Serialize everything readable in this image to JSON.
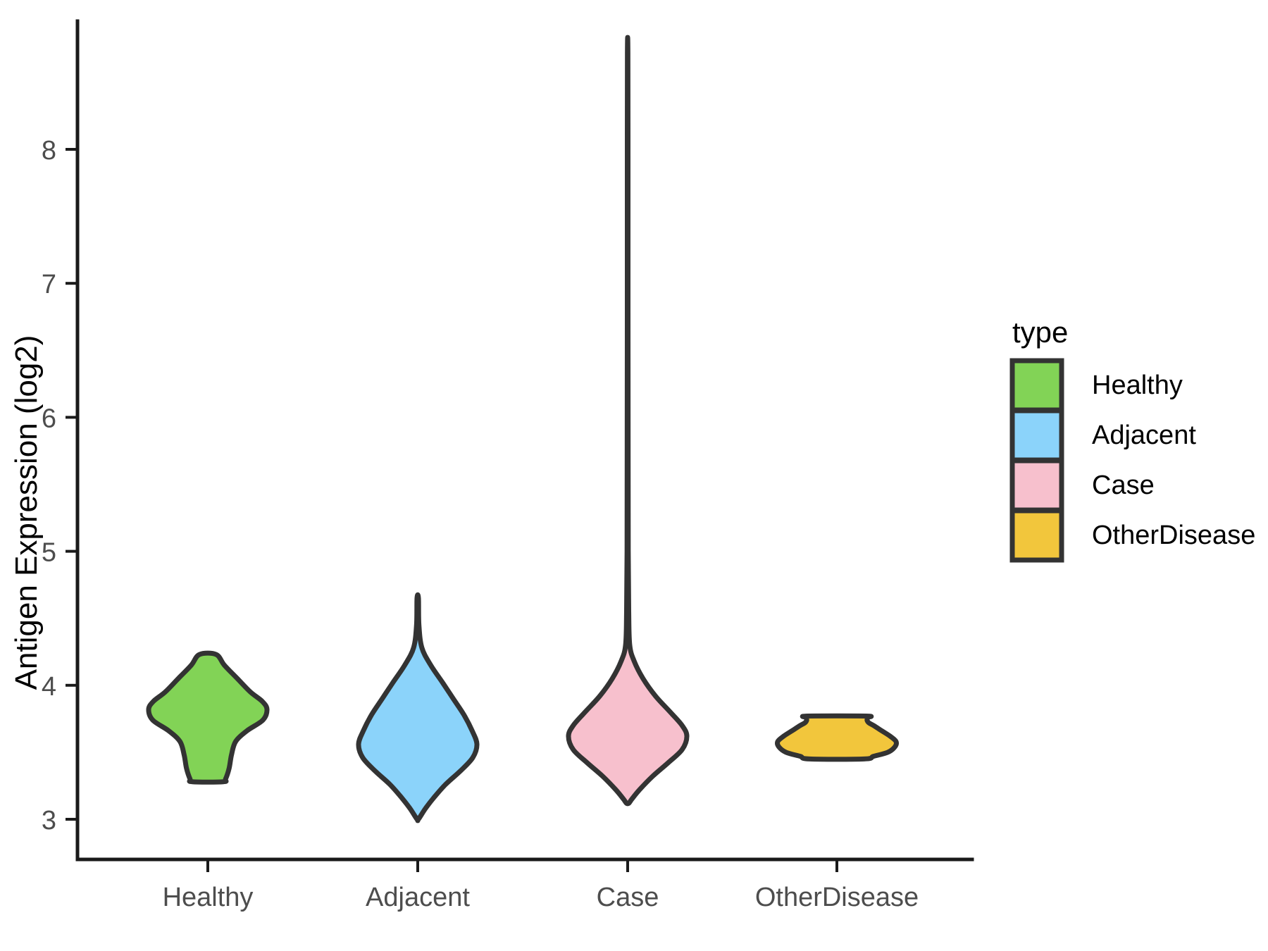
{
  "chart_data": {
    "type": "violin",
    "title": "",
    "xlabel": "",
    "ylabel": "Antigen Expression (log2)",
    "categories": [
      "Healthy",
      "Adjacent",
      "Case",
      "OtherDisease"
    ],
    "y_ticks": [
      3,
      4,
      5,
      6,
      7,
      8
    ],
    "y_tick_labels": [
      "3",
      "4",
      "5",
      "6",
      "7",
      "8"
    ],
    "ylim": [
      2.85,
      8.95
    ],
    "grid": false,
    "legend": {
      "title": "type",
      "position": "right",
      "entries": [
        {
          "label": "Healthy",
          "color": "#82d356"
        },
        {
          "label": "Adjacent",
          "color": "#8bd3fa"
        },
        {
          "label": "Case",
          "color": "#f7c0cd"
        },
        {
          "label": "OtherDisease",
          "color": "#f2c63c"
        }
      ]
    },
    "series": [
      {
        "name": "Healthy",
        "color": "#82d356",
        "min": 3.28,
        "max": 4.23,
        "median_approx": 3.82,
        "density": [
          {
            "y": 4.23,
            "w": 0.14
          },
          {
            "y": 4.15,
            "w": 0.28
          },
          {
            "y": 4.05,
            "w": 0.5
          },
          {
            "y": 3.95,
            "w": 0.72
          },
          {
            "y": 3.88,
            "w": 0.92
          },
          {
            "y": 3.82,
            "w": 1.0
          },
          {
            "y": 3.74,
            "w": 0.93
          },
          {
            "y": 3.66,
            "w": 0.66
          },
          {
            "y": 3.58,
            "w": 0.47
          },
          {
            "y": 3.48,
            "w": 0.4
          },
          {
            "y": 3.38,
            "w": 0.36
          },
          {
            "y": 3.3,
            "w": 0.3
          },
          {
            "y": 3.28,
            "w": 0.26
          }
        ]
      },
      {
        "name": "Adjacent",
        "color": "#8bd3fa",
        "min": 3.0,
        "max": 4.65,
        "median_approx": 3.55,
        "density": [
          {
            "y": 4.65,
            "w": 0.012
          },
          {
            "y": 4.45,
            "w": 0.02
          },
          {
            "y": 4.28,
            "w": 0.07
          },
          {
            "y": 4.15,
            "w": 0.22
          },
          {
            "y": 4.02,
            "w": 0.42
          },
          {
            "y": 3.9,
            "w": 0.6
          },
          {
            "y": 3.78,
            "w": 0.78
          },
          {
            "y": 3.66,
            "w": 0.92
          },
          {
            "y": 3.56,
            "w": 1.0
          },
          {
            "y": 3.46,
            "w": 0.93
          },
          {
            "y": 3.36,
            "w": 0.72
          },
          {
            "y": 3.26,
            "w": 0.47
          },
          {
            "y": 3.16,
            "w": 0.27
          },
          {
            "y": 3.08,
            "w": 0.13
          },
          {
            "y": 3.0,
            "w": 0.012
          }
        ]
      },
      {
        "name": "Case",
        "color": "#f7c0cd",
        "min": 3.12,
        "max": 8.72,
        "median_approx": 3.62,
        "density": [
          {
            "y": 8.72,
            "w": 0.004
          },
          {
            "y": 7.8,
            "w": 0.006
          },
          {
            "y": 6.8,
            "w": 0.006
          },
          {
            "y": 5.8,
            "w": 0.008
          },
          {
            "y": 5.0,
            "w": 0.01
          },
          {
            "y": 4.55,
            "w": 0.018
          },
          {
            "y": 4.3,
            "w": 0.035
          },
          {
            "y": 4.18,
            "w": 0.11
          },
          {
            "y": 4.05,
            "w": 0.26
          },
          {
            "y": 3.92,
            "w": 0.47
          },
          {
            "y": 3.8,
            "w": 0.72
          },
          {
            "y": 3.7,
            "w": 0.92
          },
          {
            "y": 3.62,
            "w": 1.0
          },
          {
            "y": 3.52,
            "w": 0.92
          },
          {
            "y": 3.42,
            "w": 0.68
          },
          {
            "y": 3.32,
            "w": 0.42
          },
          {
            "y": 3.22,
            "w": 0.2
          },
          {
            "y": 3.15,
            "w": 0.07
          },
          {
            "y": 3.12,
            "w": 0.02
          }
        ]
      },
      {
        "name": "OtherDisease",
        "color": "#f2c63c",
        "min": 3.45,
        "max": 3.77,
        "median_approx": 3.6,
        "density": [
          {
            "y": 3.77,
            "w": 0.5
          },
          {
            "y": 3.76,
            "w": 0.52
          },
          {
            "y": 3.74,
            "w": 0.51
          },
          {
            "y": 3.72,
            "w": 0.54
          },
          {
            "y": 3.7,
            "w": 0.62
          },
          {
            "y": 3.66,
            "w": 0.76
          },
          {
            "y": 3.62,
            "w": 0.9
          },
          {
            "y": 3.58,
            "w": 1.0
          },
          {
            "y": 3.54,
            "w": 0.98
          },
          {
            "y": 3.5,
            "w": 0.86
          },
          {
            "y": 3.47,
            "w": 0.62
          },
          {
            "y": 3.45,
            "w": 0.46
          }
        ]
      }
    ]
  }
}
